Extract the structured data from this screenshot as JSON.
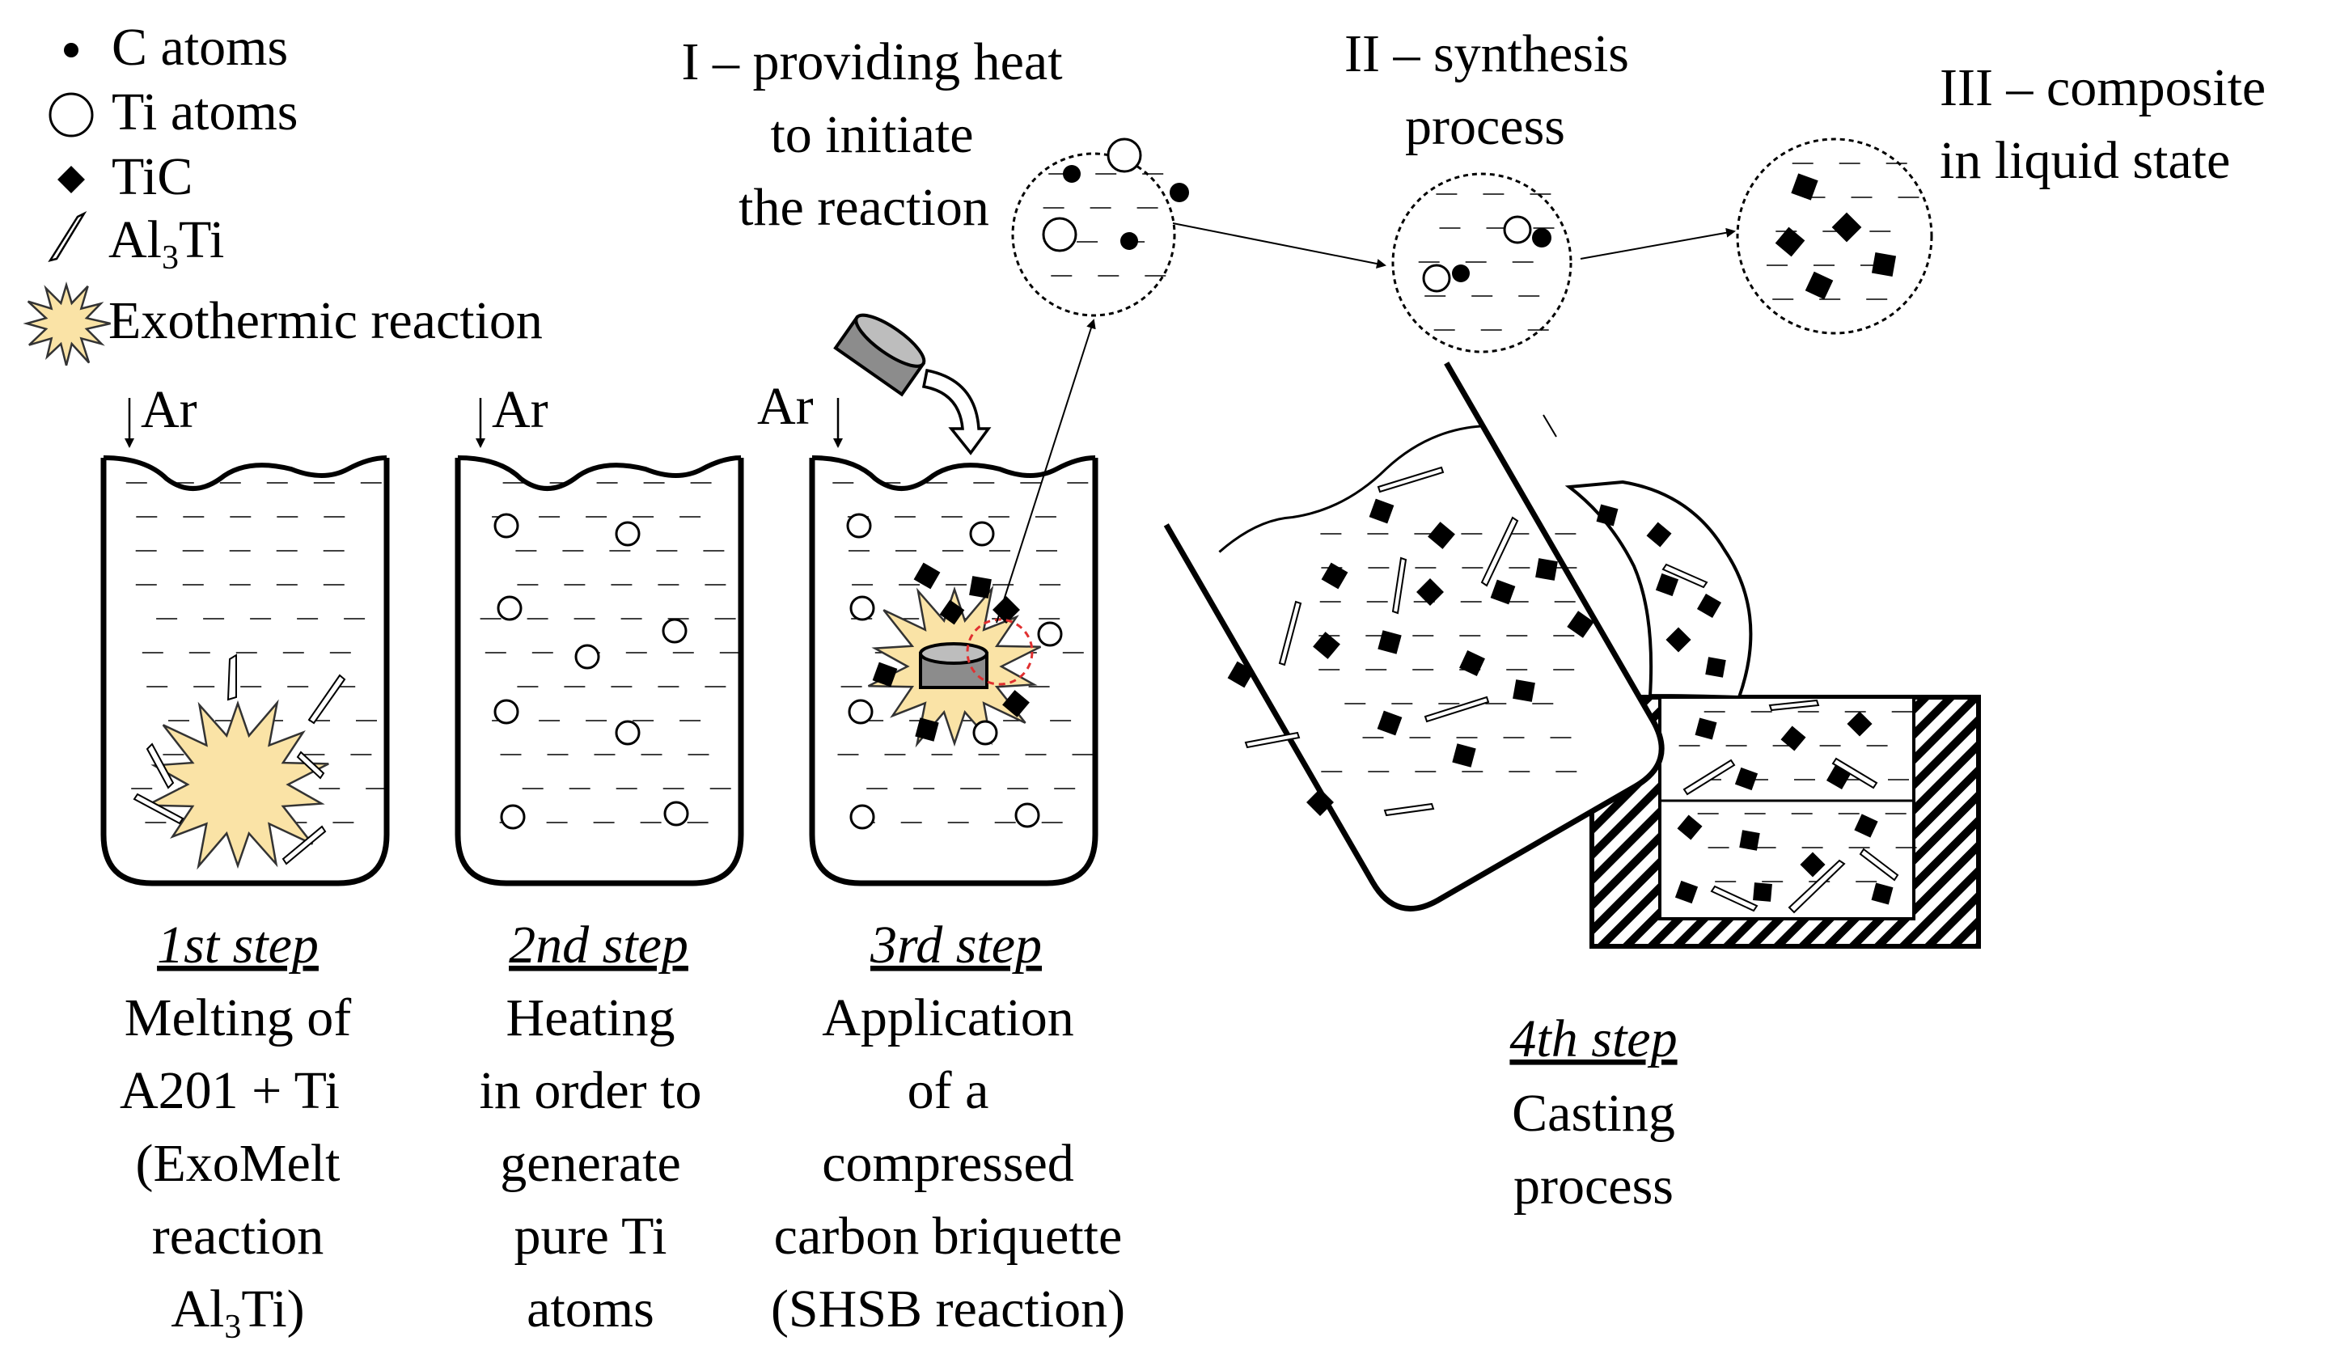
{
  "legend": {
    "items": [
      {
        "text": "C atoms",
        "icon": "filled-dot-icon"
      },
      {
        "text": "Ti atoms",
        "icon": "open-circle-icon"
      },
      {
        "text": "TiC",
        "icon": "filled-diamond-icon"
      },
      {
        "text_main": "Al",
        "text_sub": "3",
        "text_tail": "Ti",
        "icon": "needle-icon"
      },
      {
        "text": "Exothermic reaction",
        "icon": "starburst-icon"
      }
    ]
  },
  "gas_label": "Ar",
  "stages": [
    {
      "lines": [
        "I – providing heat",
        "to initiate",
        "the reaction"
      ]
    },
    {
      "lines": [
        "II – synthesis",
        "process"
      ]
    },
    {
      "lines": [
        "III – composite",
        "in liquid state"
      ]
    }
  ],
  "steps": [
    {
      "title": "1st step",
      "lines": [
        "Melting of",
        "A201 + Ti",
        "(ExoMelt",
        "reaction"
      ],
      "last_main": "Al",
      "last_sub": "3",
      "last_tail": "Ti)"
    },
    {
      "title": "2nd step",
      "lines": [
        "Heating",
        "in order to",
        "generate",
        "pure Ti",
        "atoms"
      ]
    },
    {
      "title": "3rd step",
      "lines": [
        "Application",
        "of a",
        "compressed",
        "carbon briquette",
        "(SHSB reaction)"
      ]
    },
    {
      "title": "4th step",
      "lines": [
        "Casting",
        "process"
      ]
    }
  ],
  "colors": {
    "burst_fill": "#FAE3A6",
    "burst_stroke": "#333333",
    "briquette_fill": "#8C8C8C",
    "highlight": "#E03030",
    "ink": "#000000"
  }
}
